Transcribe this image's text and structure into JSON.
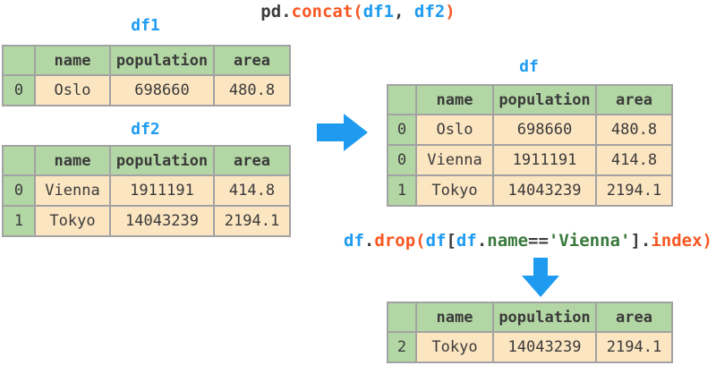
{
  "colors": {
    "accent_blue": "#1e9bf0",
    "code_orange": "#f95721",
    "code_green": "#39793c",
    "code_plain": "#3c3c3c",
    "table_header_green": "#b3d7a4",
    "table_cell_peach": "#fce5c1",
    "grid_gray": "#a2a2a2"
  },
  "code_concat": {
    "tokens": [
      {
        "text": "pd.",
        "style": "plain"
      },
      {
        "text": "concat(",
        "style": "orange"
      },
      {
        "text": "df1",
        "style": "blue"
      },
      {
        "text": ", ",
        "style": "plain"
      },
      {
        "text": "df2",
        "style": "blue"
      },
      {
        "text": ")",
        "style": "orange"
      }
    ]
  },
  "code_drop": {
    "tokens": [
      {
        "text": "df",
        "style": "blue"
      },
      {
        "text": ".",
        "style": "plain"
      },
      {
        "text": "drop(",
        "style": "orange"
      },
      {
        "text": "df",
        "style": "blue"
      },
      {
        "text": "[",
        "style": "plain"
      },
      {
        "text": "df",
        "style": "blue"
      },
      {
        "text": ".",
        "style": "plain"
      },
      {
        "text": "name",
        "style": "green"
      },
      {
        "text": "==",
        "style": "plain"
      },
      {
        "text": "'Vienna'",
        "style": "green"
      },
      {
        "text": "].",
        "style": "plain"
      },
      {
        "text": "index)",
        "style": "orange"
      }
    ]
  },
  "tables": {
    "df1": {
      "title": "df1",
      "headers": [
        "",
        "name",
        "population",
        "area"
      ],
      "rows": [
        [
          "0",
          "Oslo",
          "698660",
          "480.8"
        ]
      ]
    },
    "df2": {
      "title": "df2",
      "headers": [
        "",
        "name",
        "population",
        "area"
      ],
      "rows": [
        [
          "0",
          "Vienna",
          "1911191",
          "414.8"
        ],
        [
          "1",
          "Tokyo",
          "14043239",
          "2194.1"
        ]
      ]
    },
    "df": {
      "title": "df",
      "headers": [
        "",
        "name",
        "population",
        "area"
      ],
      "rows": [
        [
          "0",
          "Oslo",
          "698660",
          "480.8"
        ],
        [
          "0",
          "Vienna",
          "1911191",
          "414.8"
        ],
        [
          "1",
          "Tokyo",
          "14043239",
          "2194.1"
        ]
      ]
    },
    "df_dropped": {
      "headers": [
        "",
        "name",
        "population",
        "area"
      ],
      "rows": [
        [
          "2",
          "Tokyo",
          "14043239",
          "2194.1"
        ]
      ]
    }
  }
}
